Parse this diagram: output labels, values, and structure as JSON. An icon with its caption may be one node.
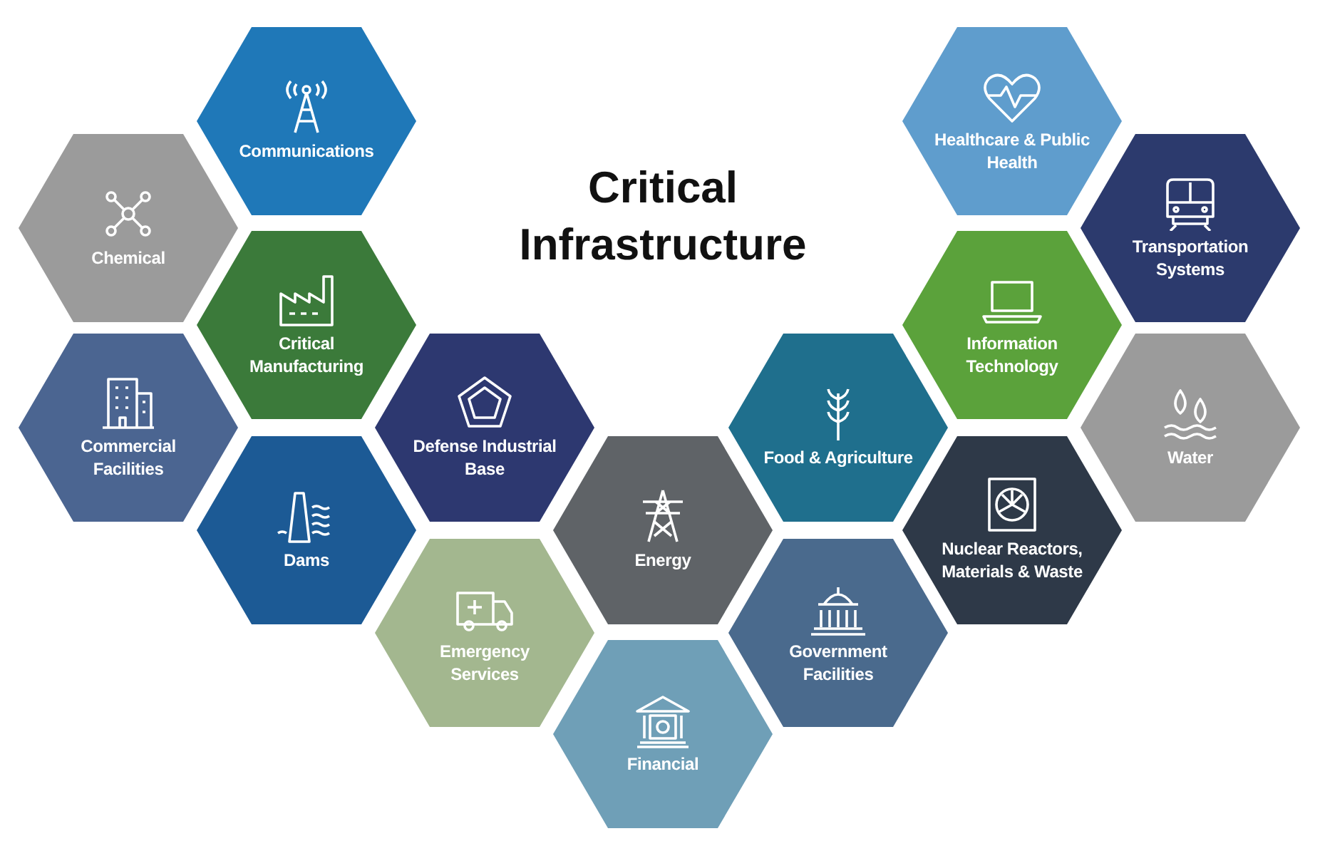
{
  "diagram": {
    "title": "Critical Infrastructure",
    "nodes": [
      {
        "text": [
          "Communications"
        ]
      },
      {
        "text": [
          "Chemical"
        ]
      },
      {
        "text": [
          "Critical Manufacturing"
        ]
      },
      {
        "text": [
          "Commercial Facilities"
        ]
      },
      {
        "text": [
          "Dams"
        ]
      },
      {
        "text": [
          "Defense Industrial Base"
        ]
      },
      {
        "text": [
          "Emergency Services"
        ]
      },
      {
        "text": [
          "Energy"
        ]
      },
      {
        "text": [
          "Financial"
        ]
      },
      {
        "text": [
          "Food & Agriculture"
        ]
      },
      {
        "text": [
          "Government Facilities"
        ]
      },
      {
        "text": [
          "Healthcare & Public Health"
        ]
      },
      {
        "text": [
          "Transportation Systems"
        ]
      },
      {
        "text": [
          "Information Technology"
        ]
      },
      {
        "text": [
          "Water"
        ]
      },
      {
        "text": [
          "Nuclear Reactors, Materials & Waste"
        ]
      }
    ]
  }
}
